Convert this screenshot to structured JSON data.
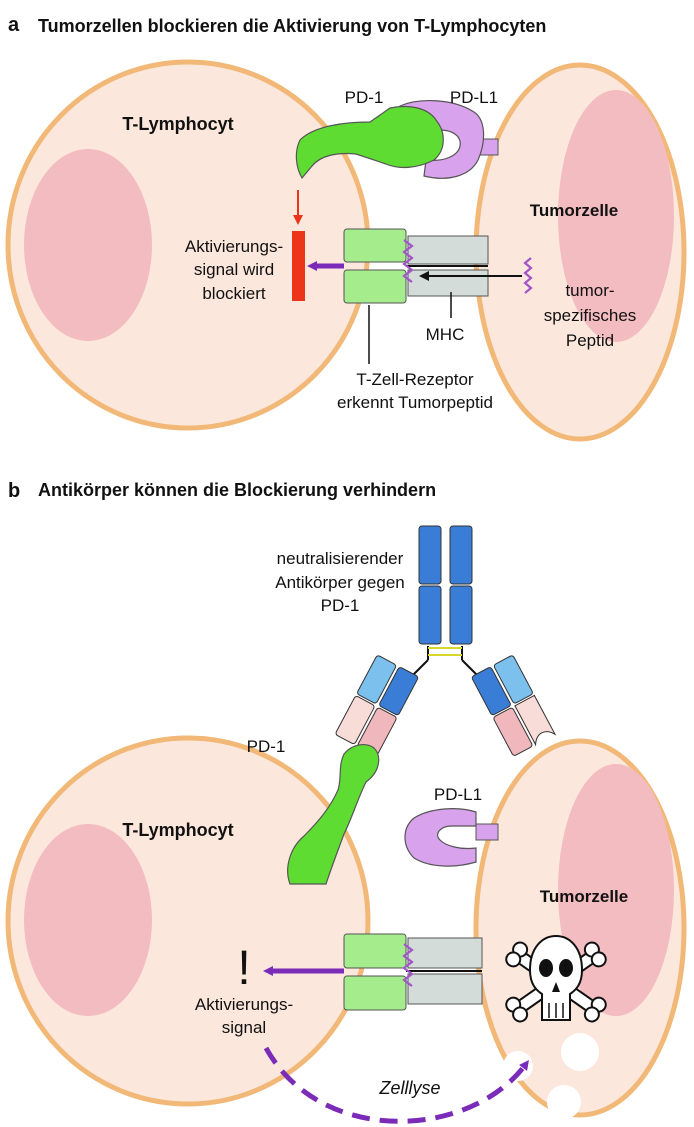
{
  "panel_a": {
    "letter": "a",
    "title": "Tumorzellen blockieren die Aktivierung von T-Lymphocyten",
    "t_cell_label": "T-Lymphocyt",
    "tumor_label": "Tumorzelle",
    "pd1_label": "PD-1",
    "pdl1_label": "PD-L1",
    "signal_lines": [
      "Aktivierungs-",
      "signal wird",
      "blockiert"
    ],
    "mhc_label": "MHC",
    "peptide_lines": [
      "tumor-",
      "spezifisches",
      "Peptid"
    ],
    "tcr_lines": [
      "T-Zell-Rezeptor",
      "erkennt Tumorpeptid"
    ]
  },
  "panel_b": {
    "letter": "b",
    "title": "Antikörper können die Blockierung verhindern",
    "antibody_lines": [
      "neutralisierender",
      "Antikörper gegen",
      "PD-1"
    ],
    "pd1_label": "PD-1",
    "pdl1_label": "PD-L1",
    "t_cell_label": "T-Lymphocyt",
    "tumor_label": "Tumorzelle",
    "exclamation": "!",
    "signal_lines": [
      "Aktivierungs-",
      "signal"
    ],
    "lysis_label": "Zelllyse"
  },
  "colors": {
    "cell_fill": "#fce7dc",
    "cell_border": "#f2b877",
    "nucleus": "#f3bcc0",
    "pd1": "#5fdc32",
    "pdl1": "#d9a2ec",
    "tcr": "#a5ec8c",
    "mhc": "#d3dcd8",
    "peptide": "#a156c8",
    "signal_arrow": "#7a2bb8",
    "block_bar": "#ec3418",
    "antibody_dark": "#3a7dd6",
    "antibody_light": "#7cc0ee",
    "antibody_pink": "#f0b8bc",
    "antibody_pink_light": "#f8dcd8"
  }
}
